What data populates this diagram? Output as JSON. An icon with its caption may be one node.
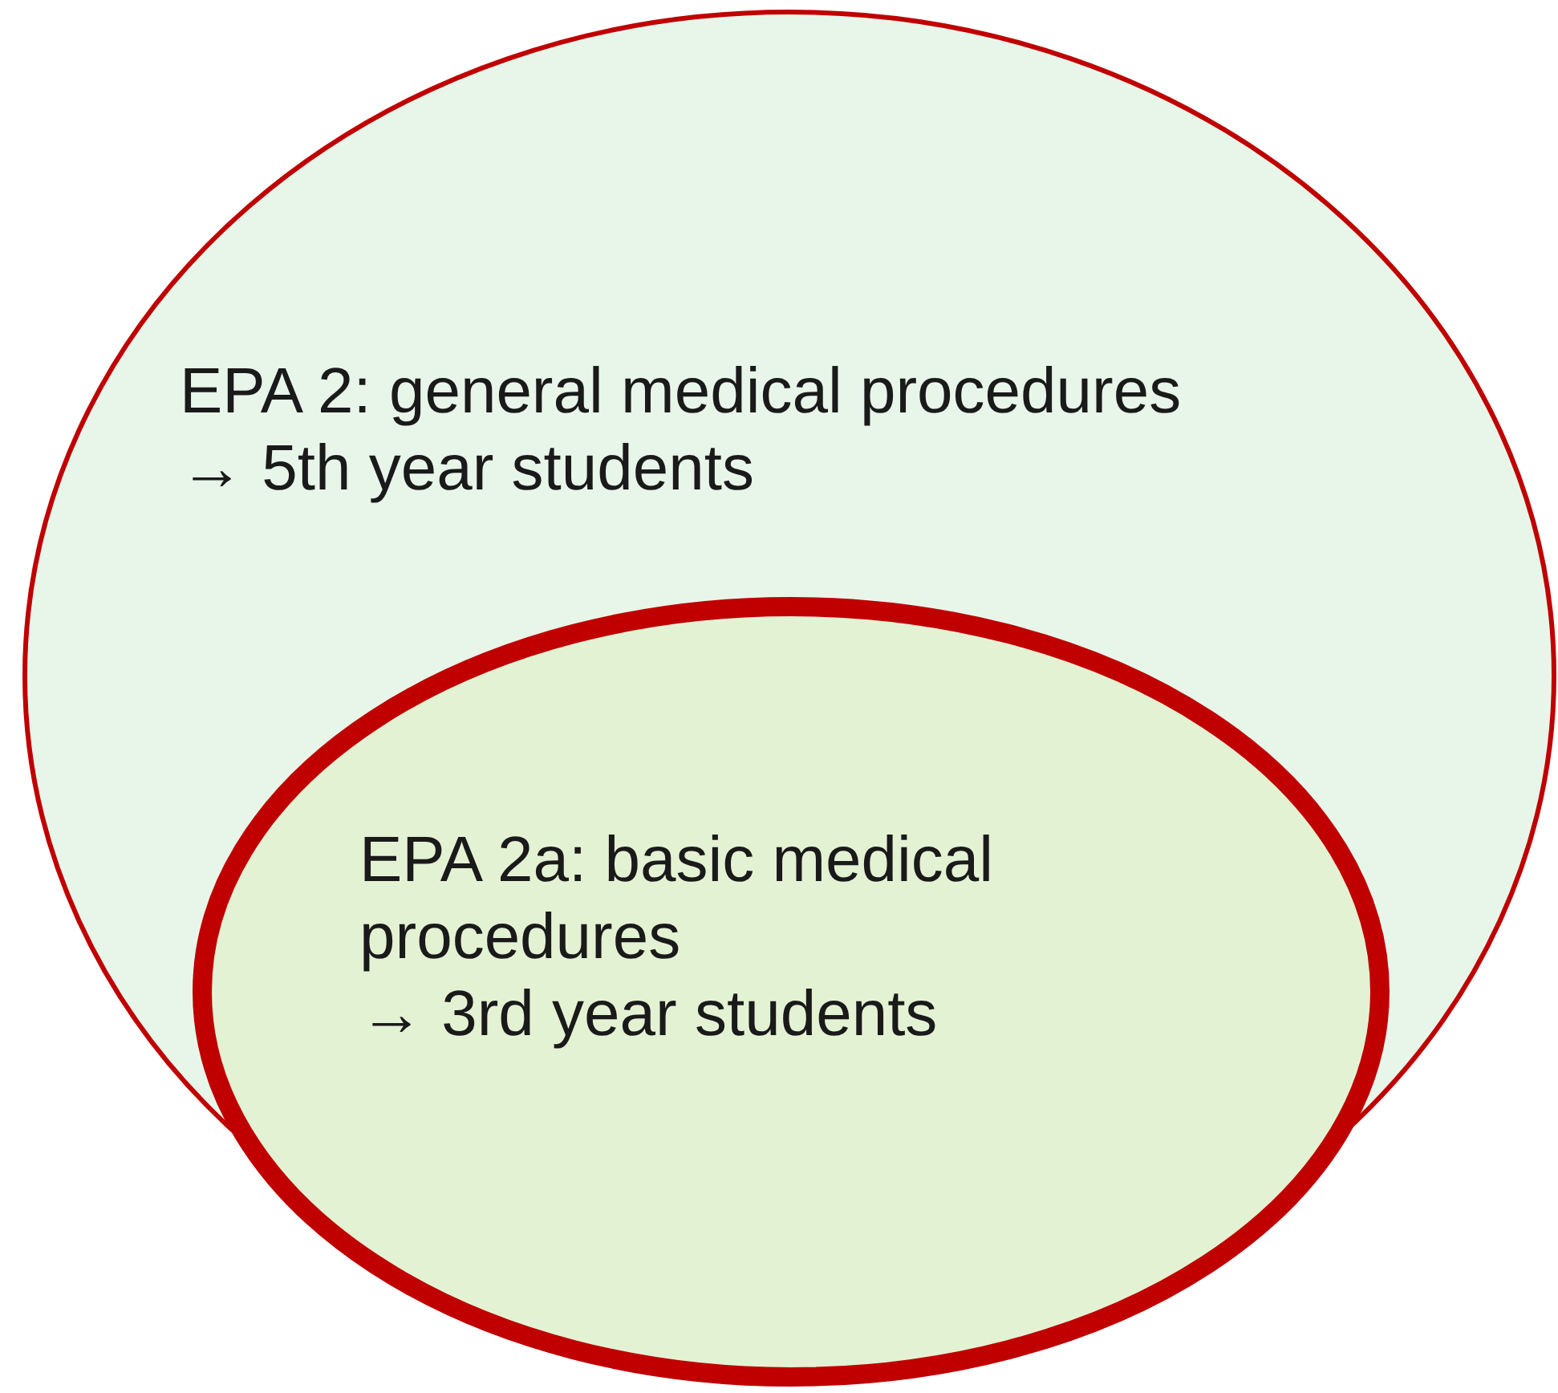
{
  "diagram": {
    "nodes": [
      {
        "text": [
          "EPA 2: general medical procedures",
          "→ 5th year students"
        ]
      },
      {
        "text": [
          "EPA 2a: basic medical procedures",
          "→ 3rd year students"
        ],
        "in": 0
      }
    ]
  }
}
